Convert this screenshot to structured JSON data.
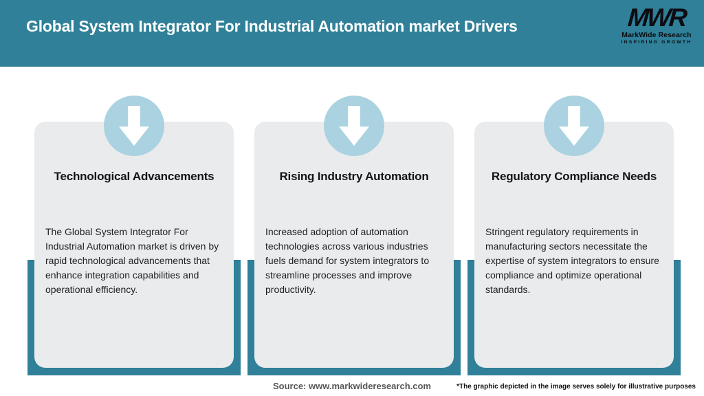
{
  "header": {
    "title": "Global System Integrator For Industrial Automation market Drivers",
    "logo": {
      "acronym": "MWR",
      "name": "MarkWide Research",
      "tagline": "INSPIRING GROWTH"
    }
  },
  "cards": [
    {
      "icon": "down-arrow-icon",
      "title": "Technological Advancements",
      "body": "The Global System Integrator For Industrial Automation market is driven by rapid technological advancements that enhance integration capabilities and operational efficiency."
    },
    {
      "icon": "down-arrow-icon",
      "title": "Rising Industry Automation",
      "body": "Increased adoption of automation technologies across various industries fuels demand for system integrators to streamline processes and improve productivity."
    },
    {
      "icon": "down-arrow-icon",
      "title": "Regulatory Compliance Needs",
      "body": "Stringent regulatory requirements in manufacturing sectors necessitate the expertise of system integrators to ensure compliance and optimize operational standards."
    }
  ],
  "footer": {
    "source": "Source: www.markwideresearch.com",
    "disclaimer": "*The graphic depicted in the image serves solely for illustrative purposes"
  },
  "colors": {
    "teal": "#2f8098",
    "circle": "#abd2e0",
    "card_bg": "#e9ebec"
  }
}
